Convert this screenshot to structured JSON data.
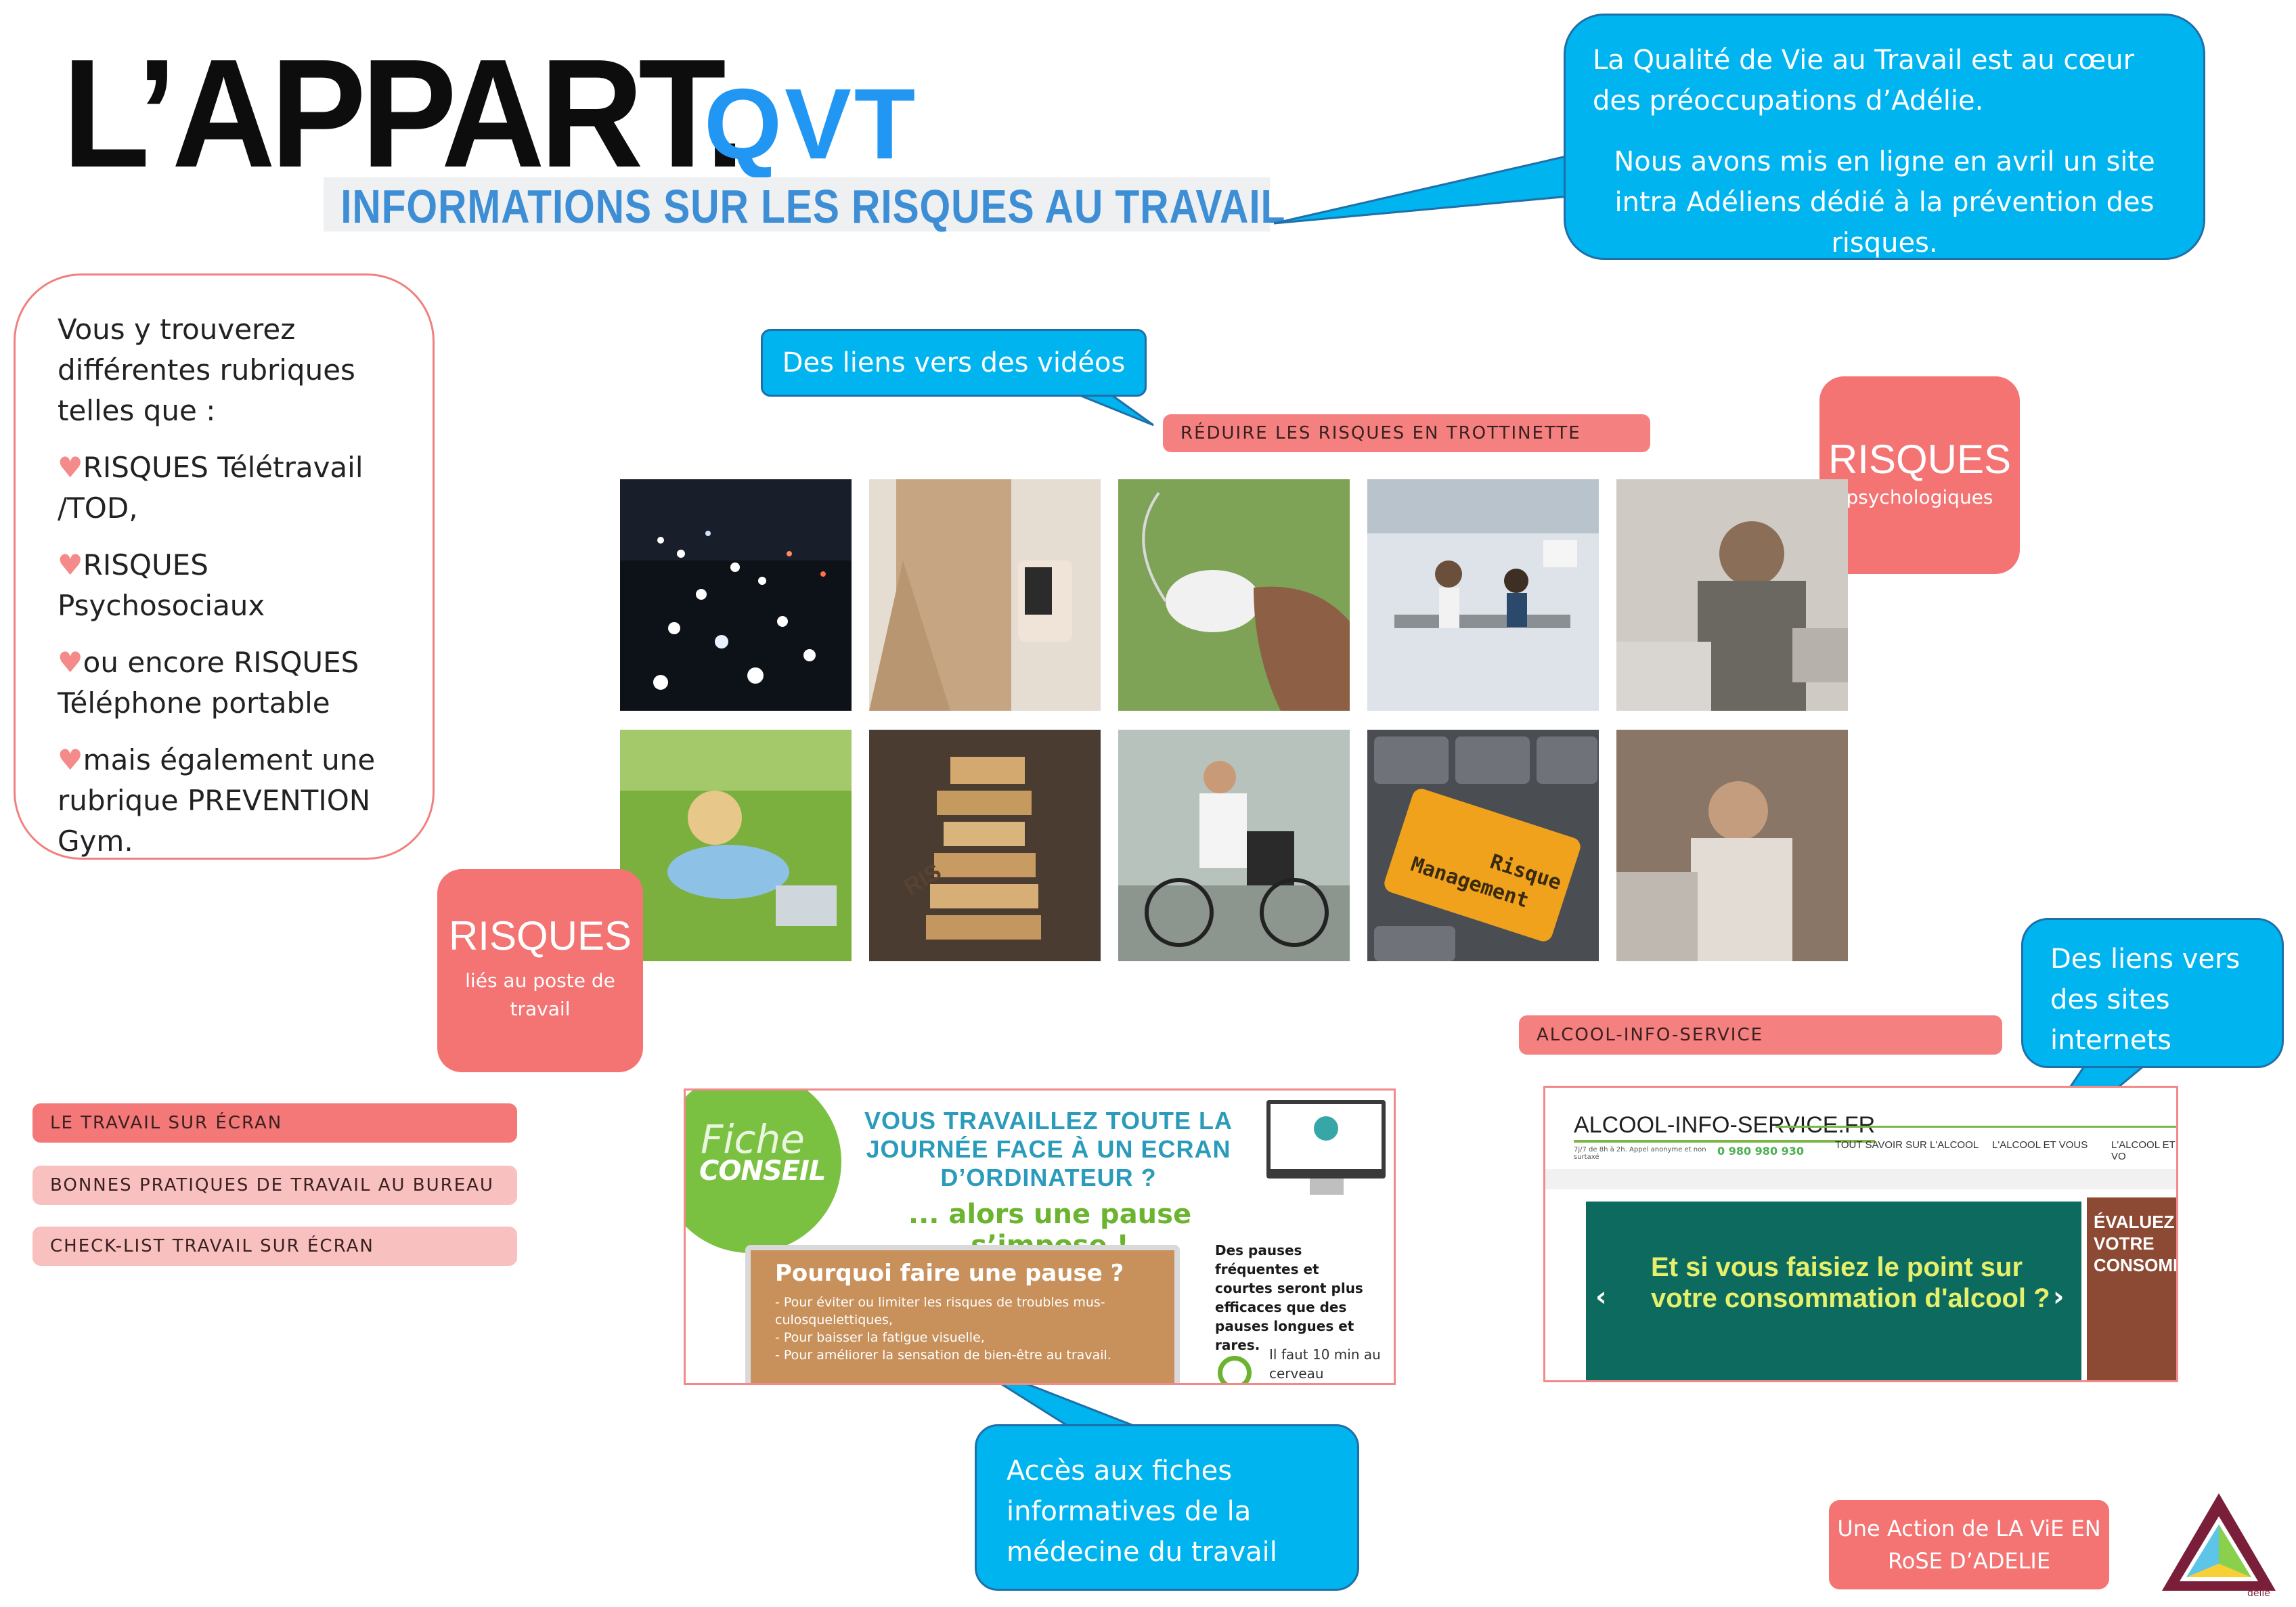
{
  "header": {
    "logo": "L’APPART.",
    "logo_accent": "QVT",
    "subtitle": "INFORMATIONS SUR LES RISQUES AU TRAVAIL"
  },
  "intro_bubble": {
    "line1": "La Qualité de Vie au Travail est au cœur des préoccupations d’Adélie.",
    "line2": "Nous avons mis en ligne en avril un site intra Adéliens dédié à la prévention des risques."
  },
  "rubriques": {
    "intro": "Vous y trouverez différentes rubriques telles que :",
    "items": [
      "RISQUES Télétravail /TOD,",
      "RISQUES Psychosociaux",
      "ou encore RISQUES Téléphone portable",
      "mais également une rubrique PREVENTION Gym."
    ]
  },
  "callouts": {
    "videos": "Des liens vers des vidéos",
    "sites": "Des liens vers des sites internets",
    "fiches": "Accès  aux fiches informatives de la médecine du travail"
  },
  "links": {
    "trottinette": "RÉDUIRE LES RISQUES EN TROTTINETTE",
    "alcool": "ALCOOL-INFO-SERVICE",
    "ecran": "LE TRAVAIL SUR ÉCRAN",
    "bonnes_pratiques": "BONNES PRATIQUES DE TRAVAIL AU BUREAU",
    "checklist": "CHECK-LIST TRAVAIL SUR ÉCRAN"
  },
  "risk_boxes": {
    "psy_title": "RISQUES",
    "psy_sub": "psychologiques",
    "poste_title": "RISQUES",
    "poste_sub": "liés au poste de travail"
  },
  "photo_texts": {
    "jenga": "RIS",
    "key_line1": "Risque",
    "key_line2": "Management"
  },
  "fiche": {
    "tag1": "Fiche",
    "tag2": "CONSEIL",
    "headline": "VOUS TRAVAILLEZ TOUTE LA JOURNÉE FACE À UN ECRAN D’ORDINATEUR ?",
    "pause": "... alors une pause s’impose !",
    "board_title": "Pourquoi faire une pause ?",
    "board_lines": [
      "- Pour éviter ou limiter les risques de troubles mus-",
      "culosquelettiques,",
      "- Pour baisser la fatigue visuelle,",
      "- Pour améliorer la sensation de bien-être au travail."
    ],
    "side_text": "Des pauses fréquentes et courtes seront plus efficaces que des pauses longues et rares.",
    "side_text2": "Il faut 10 min au cerveau"
  },
  "alcool_site": {
    "logo": "ALCOOL-INFO-SERVICE.FR",
    "phone": "0 980 980 930",
    "tagline": "7j/7 de 8h à 2h. Appel anonyme et non surtaxé",
    "menu": [
      "TOUT SAVOIR SUR L'ALCOOL",
      "L'ALCOOL ET VOUS",
      "L'ALCOOL ET VO"
    ],
    "hero": "Et si vous faisiez le point sur votre consommation d'alcool ?",
    "side": "ÉVALUEZ VOTRE CONSOMMA"
  },
  "footer": {
    "action": "Une Action de LA ViE EN RoSE D’ADELIE",
    "logo_text": "délie"
  }
}
